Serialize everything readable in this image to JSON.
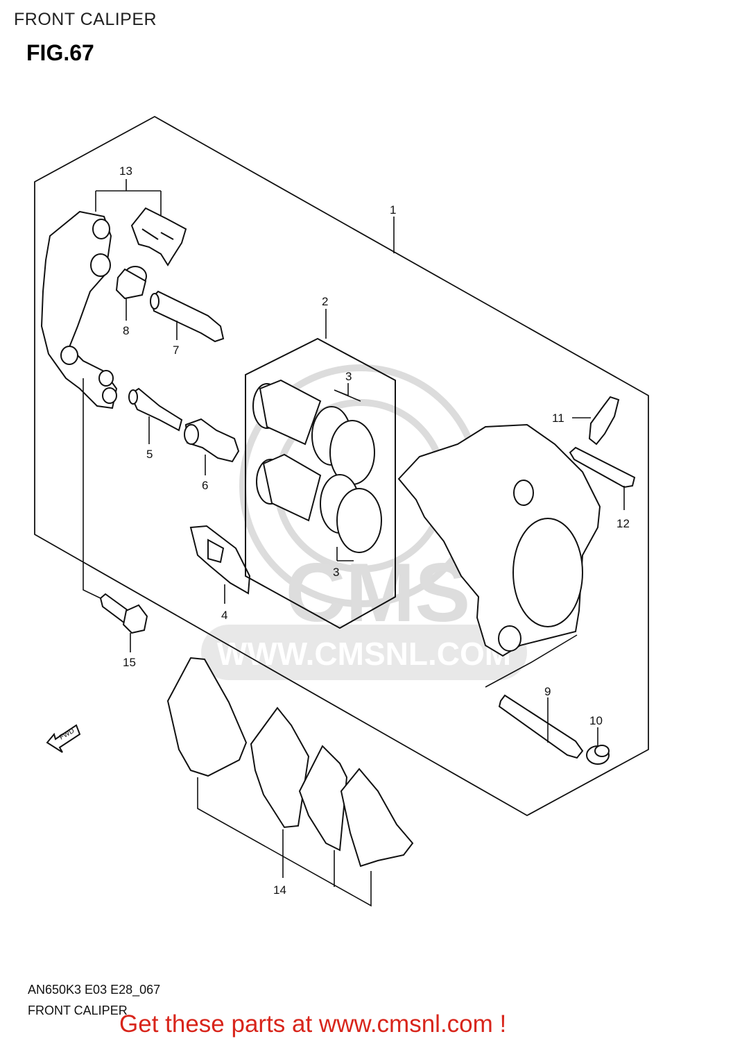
{
  "header": {
    "title": "FRONT CALIPER",
    "figure": "FIG.67"
  },
  "parts": [
    {
      "id": "1"
    },
    {
      "id": "2"
    },
    {
      "id": "3a",
      "label": "3"
    },
    {
      "id": "3b",
      "label": "3"
    },
    {
      "id": "4"
    },
    {
      "id": "5"
    },
    {
      "id": "6"
    },
    {
      "id": "7"
    },
    {
      "id": "8"
    },
    {
      "id": "9"
    },
    {
      "id": "10"
    },
    {
      "id": "11"
    },
    {
      "id": "12"
    },
    {
      "id": "13"
    },
    {
      "id": "14"
    },
    {
      "id": "15"
    }
  ],
  "labels": {
    "p1": "1",
    "p2": "2",
    "p3a": "3",
    "p3b": "3",
    "p4": "4",
    "p5": "5",
    "p6": "6",
    "p7": "7",
    "p8": "8",
    "p9": "9",
    "p10": "10",
    "p11": "11",
    "p12": "12",
    "p13": "13",
    "p14": "14",
    "p15": "15",
    "fwd": "FWD"
  },
  "watermark": {
    "brand": "CMS",
    "url": "WWW.CMSNL.COM"
  },
  "footer": {
    "code": "AN650K3 E03 E28_067",
    "title": "FRONT CALIPER"
  },
  "cta": "Get these parts at www.cmsnl.com !",
  "colors": {
    "cta": "#d8251b",
    "line": "#111111",
    "watermark": "#d9d9d9"
  }
}
